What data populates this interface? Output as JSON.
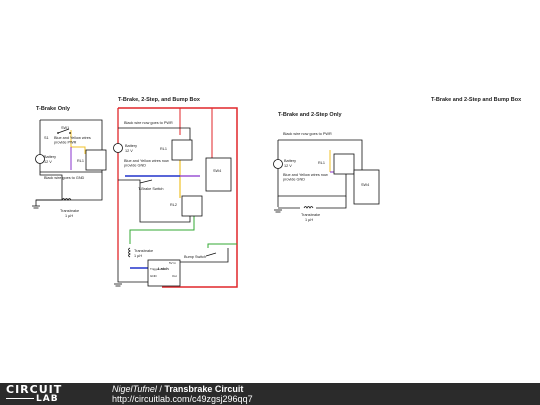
{
  "sections": {
    "tbrake_only": "T-Brake Only",
    "tbrake_2step_bump": "T-Brake, 2-Step, and Bump Box",
    "tbrake_2step": "T-Brake and 2-Step Only",
    "tbrake_2step_bump_right": "T-Brake and 2-Step and Bump Box"
  },
  "left": {
    "sw1": "SW1",
    "s1": "S1",
    "note_pwr": "Blue and Yellow wires\nprovide PWR",
    "battery": "Battery",
    "battery_v": "12 V",
    "rl1": "RL1",
    "note_gnd": "Black wire goes to GND",
    "transbrake": "Transbrake",
    "transbrake_val": "1 µH"
  },
  "middle": {
    "note_pwr": "Black wire now goes to PWR",
    "battery": "Battery",
    "battery_v": "12 V",
    "rl1": "RL1",
    "note_gnd": "Blue and Yellow wires now\nprovide GND",
    "tbrake_switch": "T-Brake Switch",
    "rl2": "RL2",
    "sw4": "SW4",
    "transbrake": "Transbrake",
    "transbrake_val": "1 µH",
    "bump_switch": "Bump Switch",
    "latch": "Latch",
    "latch_vin": "5V In",
    "latch_gnd": "GND",
    "latch_trigger": "Trigger",
    "latch_out": "Out"
  },
  "right": {
    "note_pwr": "Black wire now goes to PWR",
    "battery": "Battery",
    "battery_v": "12 V",
    "rl1": "RL1",
    "note_gnd": "Blue and Yellow wires now\nprovide GND",
    "sw4": "SW4",
    "transbrake": "Transbrake",
    "transbrake_val": "1 µH"
  },
  "footer": {
    "logo_top": "CIRCUIT",
    "logo_bottom": "LAB",
    "author": "NigelTufnel",
    "separator": " / ",
    "title": "Transbrake Circuit",
    "url": "http://circuitlab.com/c49zgsj296qq7"
  },
  "colors": {
    "red": "#e0262a",
    "yellow": "#f0c028",
    "blue": "#2233cc",
    "purple": "#8833cc",
    "green": "#33aa33",
    "black": "#111111",
    "footer_bg": "#2b2b2b"
  }
}
